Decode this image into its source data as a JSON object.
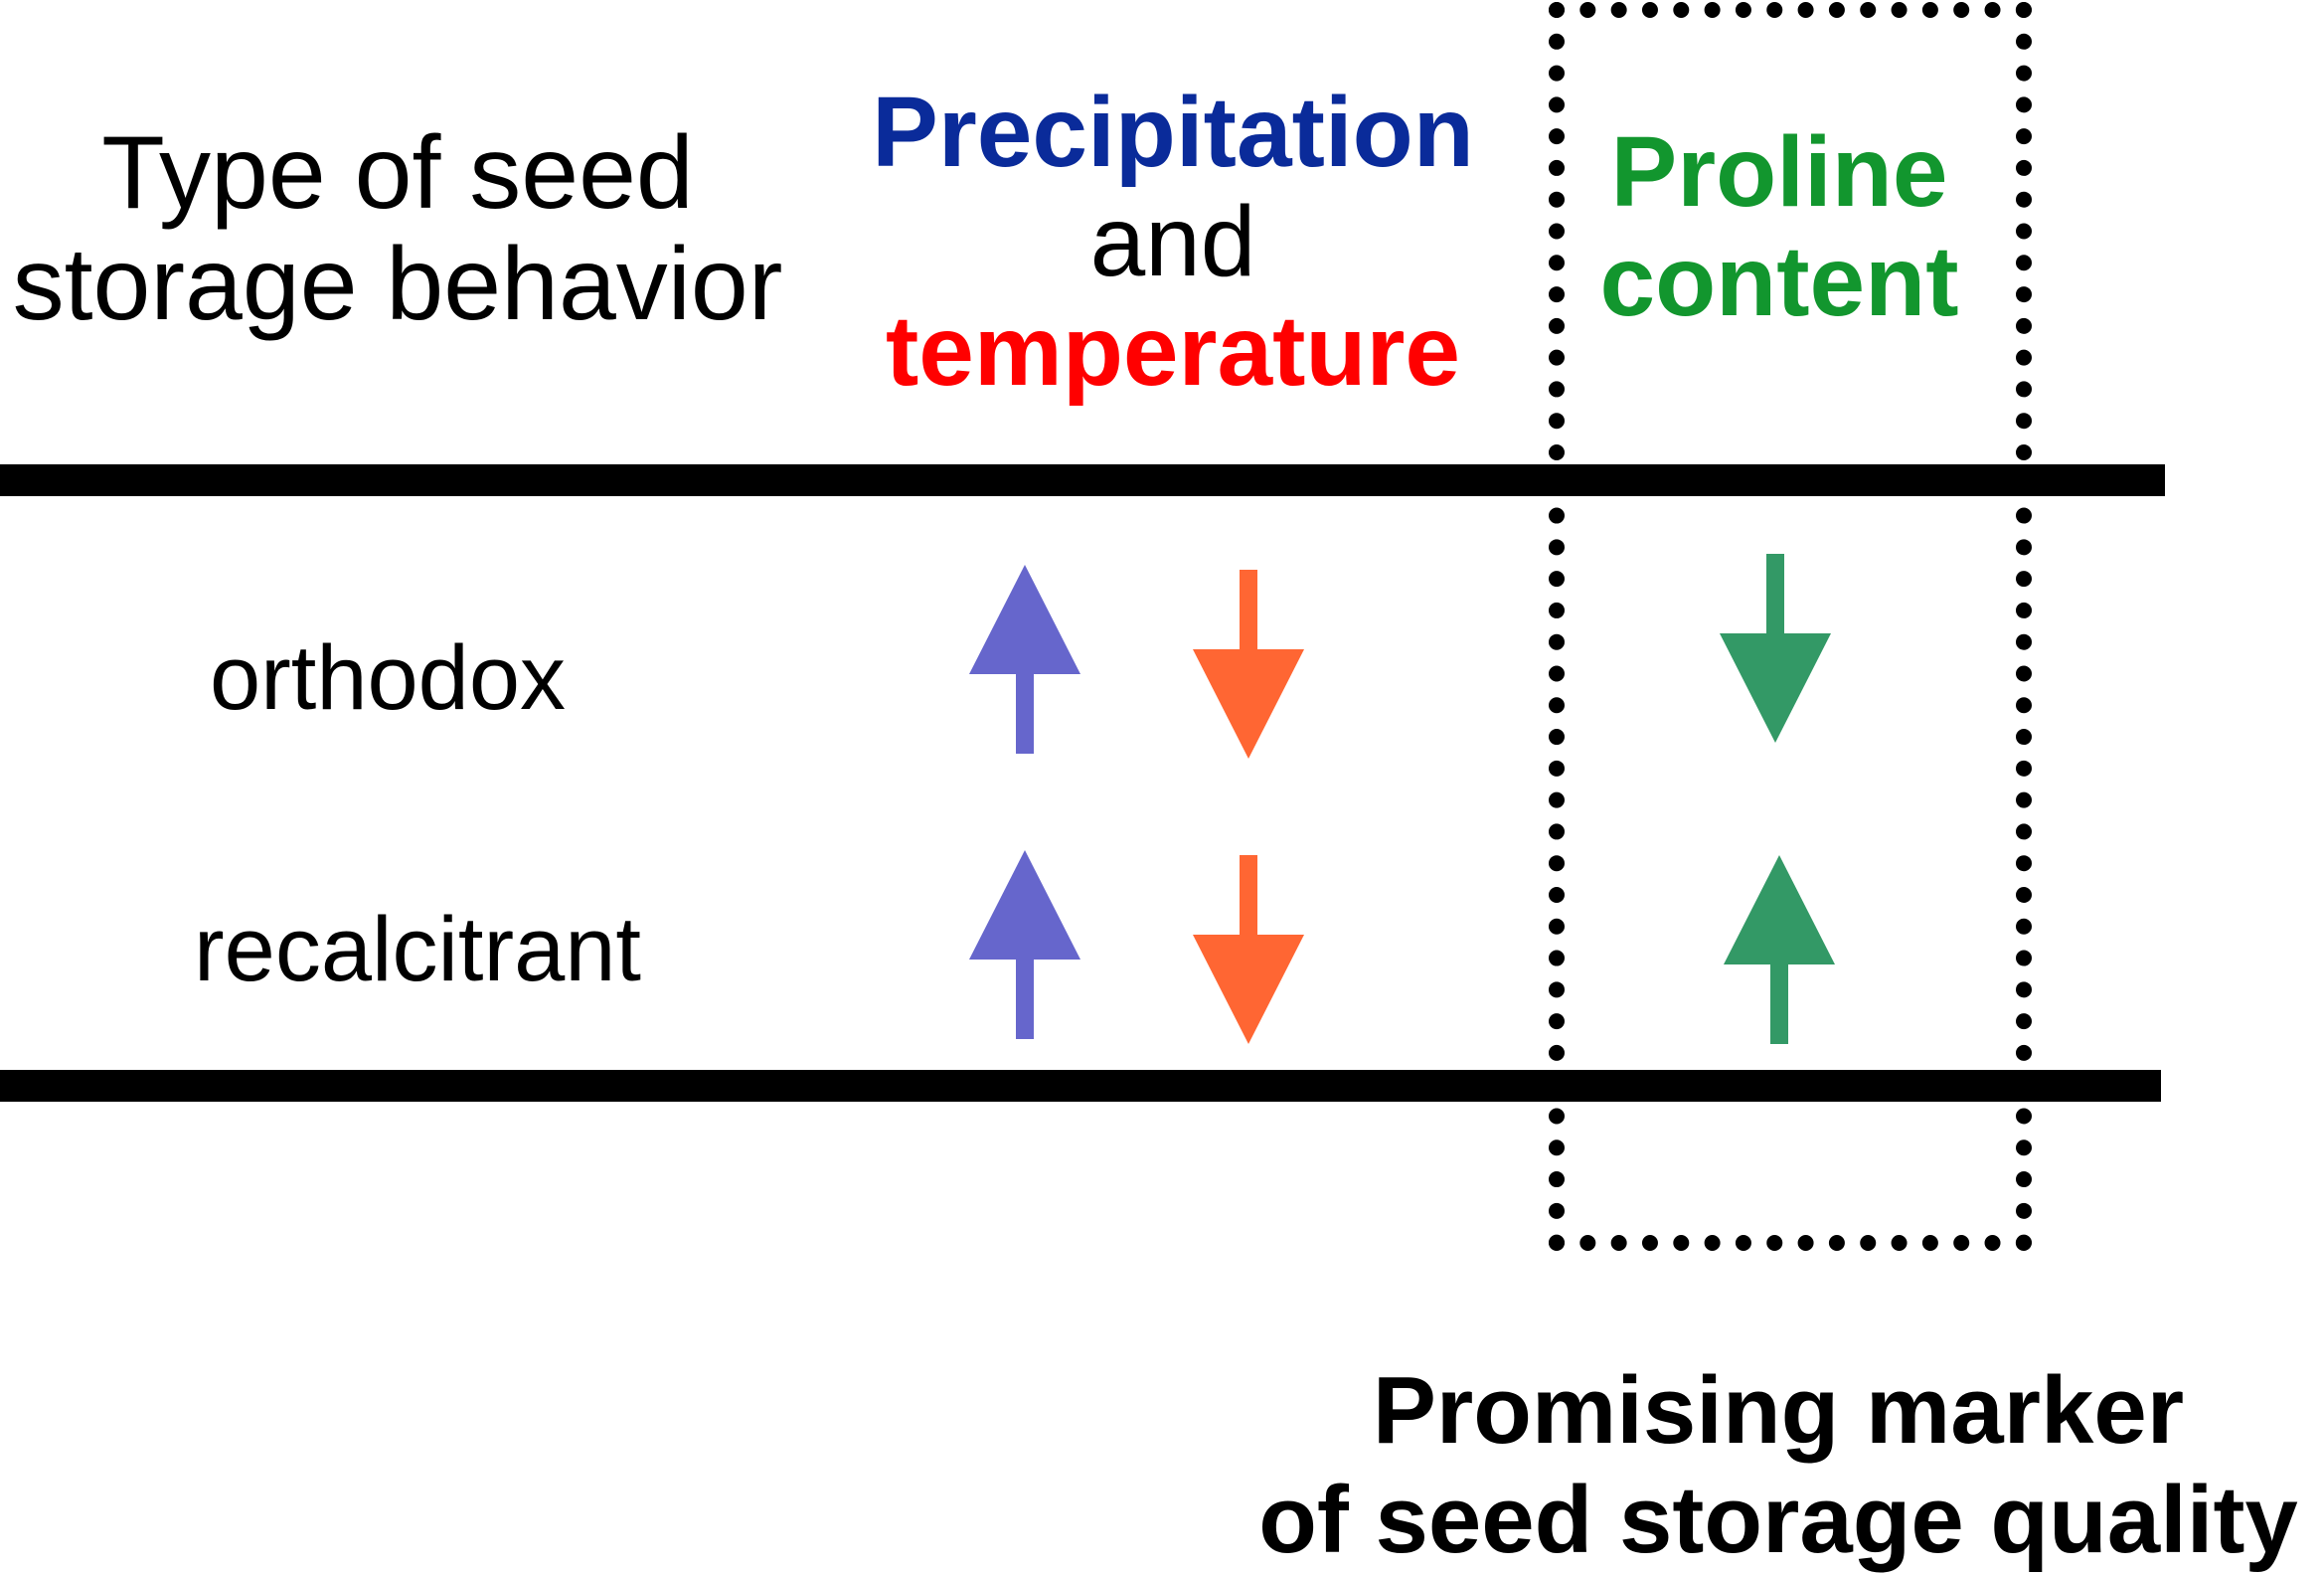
{
  "header": {
    "col1": {
      "line1": "Type of seed",
      "line2": "storage behavior"
    },
    "col2": {
      "line1": "Precipitation",
      "line2": "and",
      "line3": "temperature"
    },
    "col3": {
      "line1": "Proline",
      "line2": "content"
    }
  },
  "rows": [
    {
      "label": "orthodox",
      "precipitation_direction": "up",
      "temperature_direction": "down",
      "proline_direction": "down"
    },
    {
      "label": "recalcitrant",
      "precipitation_direction": "up",
      "temperature_direction": "down",
      "proline_direction": "up"
    }
  ],
  "footer": {
    "line1": "Promising marker",
    "line2": "of seed storage quality"
  },
  "colors": {
    "precipitation_text": "#0a2b9a",
    "temperature_text": "#ff0000",
    "proline_text": "#12962e",
    "precipitation_arrow": "#6666cc",
    "temperature_arrow": "#ff6633",
    "proline_arrow": "#339966",
    "rules": "#000000"
  },
  "icons": {
    "up_arrow": "arrow-up-icon",
    "down_arrow": "arrow-down-icon"
  }
}
